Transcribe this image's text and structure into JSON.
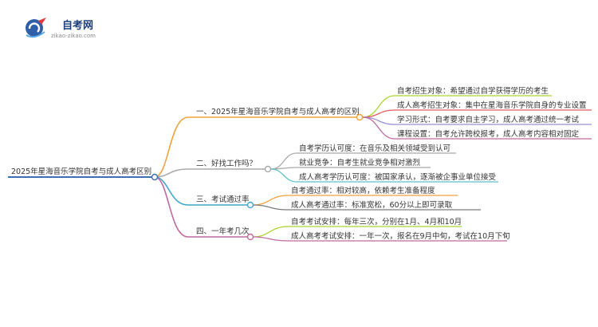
{
  "logo": {
    "title": "自考网",
    "subtitle": "zikao-zikao.com"
  },
  "root": {
    "label": "2025年星海音乐学院自考与成人高考区别"
  },
  "branches": [
    {
      "label": "一、2025年星海音乐学院自考与成人高考的区别",
      "color": "#f0a23c",
      "children": [
        {
          "label": "自考招生对象：希望通过自学获得学历的考生",
          "color": "#a9d62f"
        },
        {
          "label": "成人高考招生对象：集中在星海音乐学院自身的专业设置",
          "color": "#e05d5d"
        },
        {
          "label": "学习形式：自考要求自主学习，成人高考通过统一考试",
          "color": "#9b8fd6"
        },
        {
          "label": "课程设置：自考允许跨校报考，成人高考内容相对固定",
          "color": "#c06aa0"
        }
      ]
    },
    {
      "label": "二、好找工作吗？",
      "color": "#a9a9a9",
      "children": [
        {
          "label": "自考学历认可度：在音乐及相关领域受到认可",
          "color": "#a9a9a9"
        },
        {
          "label": "就业竞争：自考生就业竞争相对激烈",
          "color": "#a9a9a9"
        },
        {
          "label": "成人高考学历认可度：被国家承认，逐渐被企事业单位接受",
          "color": "#59c2c9"
        }
      ]
    },
    {
      "label": "三、考试通过率",
      "color": "#3fa7c9",
      "children": [
        {
          "label": "自考通过率：相对较高，依赖考生准备程度",
          "color": "#f0a23c"
        },
        {
          "label": "成人高考通过率：标准宽松，60分以上即可录取",
          "color": "#7c7c7c"
        }
      ]
    },
    {
      "label": "四、一年考几次",
      "color": "#c06aa0",
      "children": [
        {
          "label": "自考考试安排：每年三次，分别在1月、4月和10月",
          "color": "#a9d62f"
        },
        {
          "label": "成人高考考试安排：一年一次，报名在9月中旬，考试在10月下旬",
          "color": "#c06aa0"
        }
      ]
    }
  ]
}
